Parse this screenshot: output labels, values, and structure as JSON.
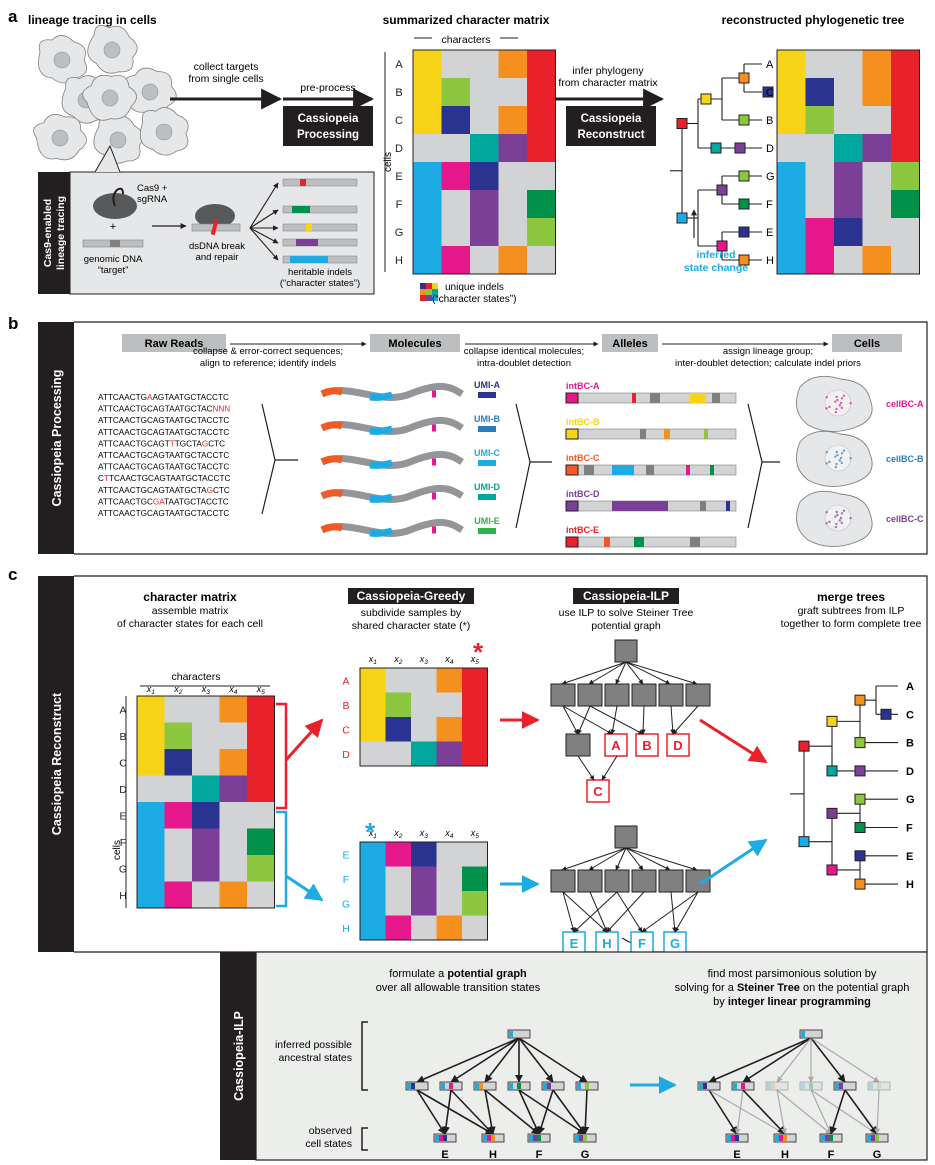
{
  "panel_a": {
    "letter": "a",
    "title_left": "lineage tracing in cells",
    "title_mid": "summarized character matrix",
    "title_right": "reconstructed phylogenetic tree",
    "arrow1_l1": "collect targets",
    "arrow1_l2": "from single cells",
    "pre_process": "pre-process",
    "proc_l1": "Cassiopeia",
    "proc_l2": "Processing",
    "arrow3_l1": "infer phylogeny",
    "arrow3_l2": "from character matrix",
    "rec_l1": "Cassiopeia",
    "rec_l2": "Reconstruct",
    "characters": "characters",
    "cells": "cells",
    "cas9_l1": "Cas9 +",
    "cas9_l2": "sgRNA",
    "plus": "+",
    "genomic_l1": "genomic DNA",
    "genomic_l2": "“target”",
    "dsdna_l1": "dsDNA break",
    "dsdna_l2": "and repair",
    "heritable_l1": "heritable indels",
    "heritable_l2": "(“character states”)",
    "side_l1": "Cas9-enabled",
    "side_l2": "lineage tracing",
    "unique_l1": "unique indels",
    "unique_l2": "(“character states”)",
    "inferred_l1": "inferred",
    "inferred_l2": "state change",
    "rows": [
      "A",
      "B",
      "C",
      "D",
      "E",
      "F",
      "G",
      "H"
    ],
    "tree_leaves": [
      "A",
      "C",
      "B",
      "D",
      "G",
      "F",
      "E",
      "H"
    ]
  },
  "panel_b": {
    "letter": "b",
    "side": "Cassiopeia Processing",
    "stages": [
      "Raw Reads",
      "Molecules",
      "Alleles",
      "Cells"
    ],
    "step1_l1": "collapse & error-correct sequences;",
    "step1_l2": "align to reference; identify indels",
    "step2_l1": "collapse identical molecules;",
    "step2_l2": "intra-doublet detection",
    "step3_l1": "assign lineage group;",
    "step3_l2": "inter-doublet detection; calculate indel priors",
    "reads": [
      [
        "ATTCAACTG",
        "A",
        "AGTAATGCTACCTC"
      ],
      [
        "ATTCAACTGCAGTAATGCTAC",
        "NNN",
        ""
      ],
      [
        "ATTCAACTGCAGTAATGCTACCTC",
        "",
        ""
      ],
      [
        "ATTCAACTGCAGTAATGCTACCTC",
        "",
        ""
      ],
      [
        "ATTCAACTGCAGT",
        "T",
        "TGCTA",
        "G",
        "CTC"
      ],
      [
        "ATTCAACTGCAGTAATGCTACCTC",
        "",
        ""
      ],
      [
        "ATTCAACTGCAGTAATGCTACCTC",
        "",
        ""
      ],
      [
        "C",
        "T",
        "TCAACTGCAGTAATGCTACCTC"
      ],
      [
        "ATTCAACTGCAGTAATGCTA",
        "G",
        "CTC"
      ],
      [
        "ATTCAACTGC",
        "GA",
        "TAATGCTACCTC"
      ],
      [
        "ATTCAACTGCAGTAATGCTACCTC",
        "",
        ""
      ]
    ],
    "umis": [
      "UMI-A",
      "UMI-B",
      "UMI-C",
      "UMI-D",
      "UMI-E"
    ],
    "intbcs": [
      "intBC-A",
      "intBC-B",
      "intBC-C",
      "intBC-D",
      "intBC-E"
    ],
    "cellbcs": [
      "cellBC-A",
      "cellBC-B",
      "cellBC-C"
    ]
  },
  "panel_c": {
    "letter": "c",
    "side": "Cassiopeia Reconstruct",
    "col1_title": "character matrix",
    "col1_l1": "assemble matrix",
    "col1_l2": "of character states for each cell",
    "col2_title": "Cassiopeia-Greedy",
    "col2_l1": "subdivide samples by",
    "col2_l2": "shared character state (*)",
    "col3_title": "Cassiopeia-ILP",
    "col3_l1": "use ILP to solve Steiner Tree",
    "col3_l2": "potential graph",
    "col4_title": "merge trees",
    "col4_l1": "graft subtrees from ILP",
    "col4_l2": "together to form complete tree",
    "characters": "characters",
    "cells": "cells",
    "char_cols": [
      "x1",
      "x2",
      "x3",
      "x4",
      "x5"
    ],
    "rows": [
      "A",
      "B",
      "C",
      "D",
      "E",
      "F",
      "G",
      "H"
    ],
    "sub_top_rows": [
      "A",
      "B",
      "C",
      "D"
    ],
    "sub_bot_rows": [
      "E",
      "F",
      "G",
      "H"
    ],
    "ilp_top_leaves": [
      "A",
      "B",
      "D"
    ],
    "ilp_top_c": "C",
    "ilp_bot_leaves": [
      "E",
      "H",
      "F",
      "G"
    ],
    "tree_leaves": [
      "A",
      "C",
      "B",
      "D",
      "G",
      "F",
      "E",
      "H"
    ],
    "asterisk": "*"
  },
  "panel_ilp": {
    "side": "Cassiopeia-ILP",
    "left_l1": "formulate a potential graph",
    "left_l1_bold": "potential graph",
    "left_l2": "over all allowable transition states",
    "right_l1": "find most parsimonious solution by",
    "right_l2a": "solving for a ",
    "right_l2b": "Steiner Tree",
    "right_l2c": " on the potential graph",
    "right_l3a": "by ",
    "right_l3b": "integer linear programming",
    "inferred_l1": "inferred possible",
    "inferred_l2": "ancestral states",
    "observed_l1": "observed",
    "observed_l2": "cell states",
    "leaves": [
      "E",
      "H",
      "F",
      "G"
    ]
  },
  "colors": {
    "yellow": "#f7d417",
    "red": "#e8212a",
    "orange": "#f5901e",
    "green": "#8dc63f",
    "navy": "#2b3390",
    "teal": "#00a79d",
    "purple": "#7b3f98",
    "cyan": "#1cabe2",
    "magenta": "#e6168b",
    "dkgreen": "#00914a",
    "gray": "#d2d3d5",
    "box": "#808080",
    "black": "#231f20"
  }
}
